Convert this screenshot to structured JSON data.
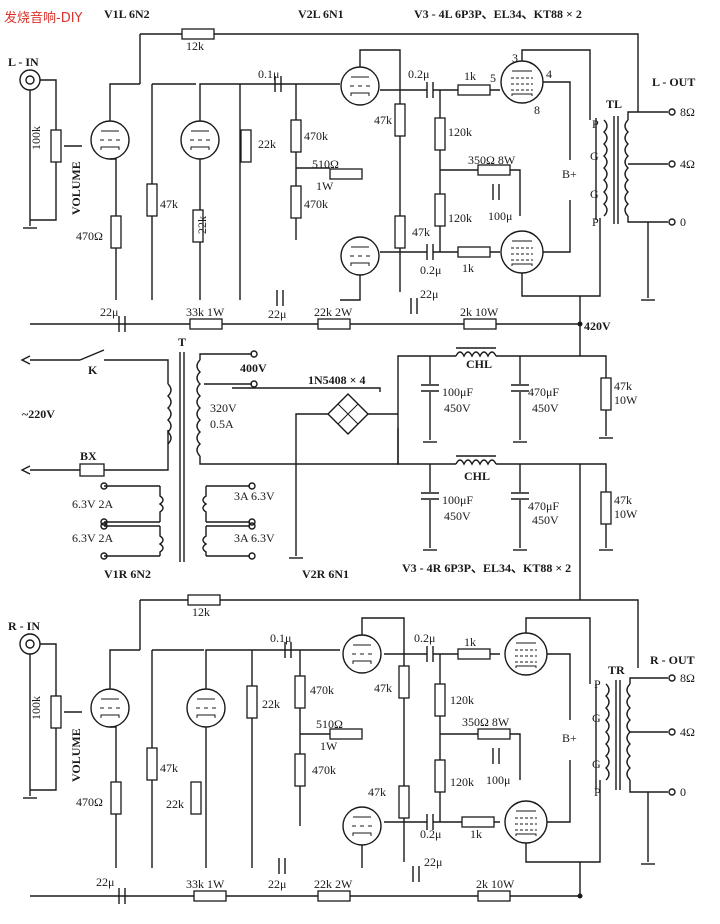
{
  "watermark": "发烧音响-DIY",
  "left": {
    "input": "L - IN",
    "output": "L - OUT",
    "v1": "V1L 6N2",
    "v2": "V2L 6N1",
    "v34": "V3 - 4L 6P3P、EL34、KT88 × 2",
    "transformer": "TL"
  },
  "right": {
    "input": "R - IN",
    "output": "R - OUT",
    "v1": "V1R 6N2",
    "v2": "V2R 6N1",
    "v34": "V3 - 4R 6P3P、EL34、KT88 × 2",
    "transformer": "TR"
  },
  "components": {
    "fb": "12k",
    "volume": "VOLUME",
    "pot": "100k",
    "rk1": "470Ω",
    "rp1": "47k",
    "cc1": "0.1μ",
    "rp2": "22k",
    "rk2": "22k",
    "r470a": "470k",
    "r510": "510Ω",
    "r1w": "1W",
    "r470b": "470k",
    "r47a": "47k",
    "r47b": "47k",
    "cc2a": "0.2μ",
    "cc2b": "0.2μ",
    "g1a": "1k",
    "g1b": "1k",
    "r120a": "120k",
    "r120b": "120k",
    "r350": "350Ω 8W",
    "c100": "100μ",
    "cc1b": "0.1μ",
    "c22a": "22μ",
    "c22b": "22μ",
    "c22c": "22μ",
    "r33": "33k 1W",
    "r22": "22k 2W",
    "r2k": "2k 10W",
    "pin3": "3",
    "pin4": "4",
    "pin5": "5",
    "pin8": "8",
    "p": "P",
    "g": "G",
    "b": "B+",
    "o8": "8Ω",
    "o4": "4Ω",
    "o0": "0"
  },
  "power": {
    "b_voltage": "420V",
    "switch": "K",
    "mains": "~220V",
    "fuse": "BX",
    "transformer": "T",
    "hv_tap": "400V",
    "hv_winding": "320V",
    "hv_current": "0.5A",
    "rectifier": "1N5408 × 4",
    "choke1": "CHL",
    "choke2": "CHL",
    "c1": "100μF",
    "c1v": "450V",
    "c2": "470μF",
    "c2v": "450V",
    "c3": "100μF",
    "c3v": "450V",
    "c4": "470μF",
    "c4v": "450V",
    "r1": "47k",
    "r1w": "10W",
    "r2": "47k",
    "r2w": "10W",
    "heat1": "6.3V 2A",
    "heat2": "6.3V 2A",
    "heat3": "3A 6.3V",
    "heat4": "3A 6.3V"
  }
}
